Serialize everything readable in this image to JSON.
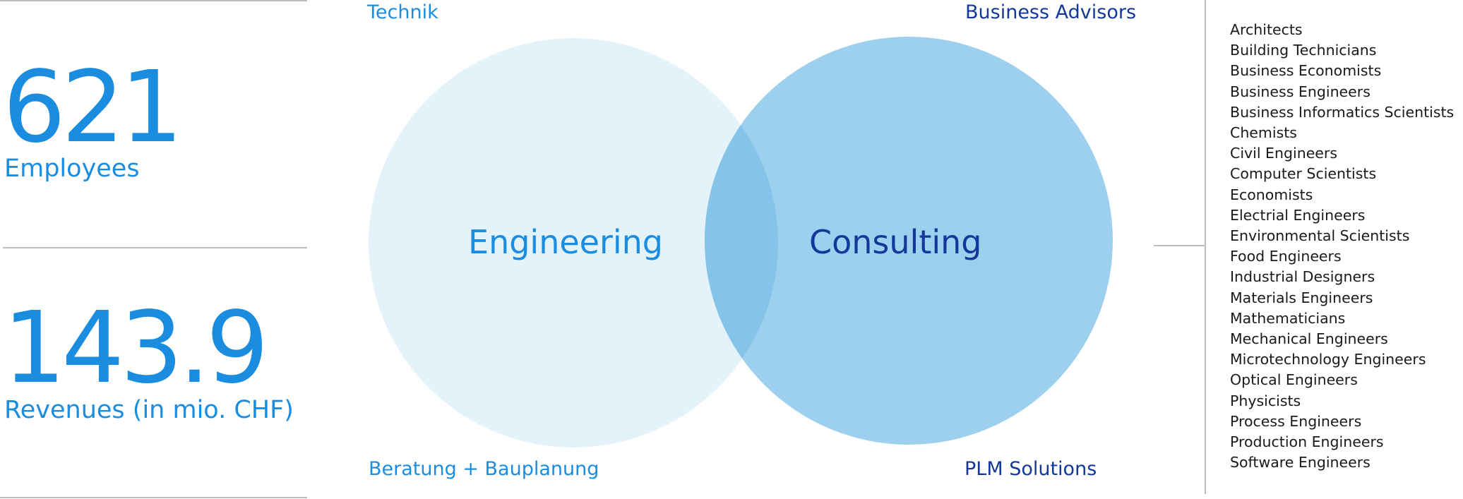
{
  "stats": [
    {
      "value": "621",
      "label": "Employees"
    },
    {
      "value": "143.9",
      "label": "Revenues (in mio. CHF)"
    }
  ],
  "diagram": {
    "circles": [
      {
        "label": "Engineering",
        "color": "#e4f2fa",
        "text_color": "#1a8de0"
      },
      {
        "label": "Consulting",
        "color": "#9dd0ee",
        "text_color": "#12399a"
      }
    ],
    "overlap_color": "#85c3e8",
    "corners": {
      "top_left": "Technik",
      "top_right": "Business Advisors",
      "bottom_left": "Beratung + Bauplanung",
      "bottom_right": "PLM Solutions"
    }
  },
  "professions": [
    "Architects",
    "Building Technicians",
    "Business Economists",
    "Business Engineers",
    "Business Informatics Scientists",
    "Chemists",
    "Civil Engineers",
    "Computer Scientists",
    "Economists",
    "Electrial Engineers",
    "Environmental Scientists",
    "Food Engineers",
    "Industrial Designers",
    "Materials Engineers",
    "Mathematicians",
    "Mechanical Engineers",
    "Microtechnology Engineers",
    "Optical Engineers",
    "Physicists",
    "Process Engineers",
    "Production Engineers",
    "Software Engineers"
  ],
  "colors": {
    "accent": "#1a8de0",
    "dark_blue": "#12399a",
    "rule": "#bdbdbd"
  }
}
